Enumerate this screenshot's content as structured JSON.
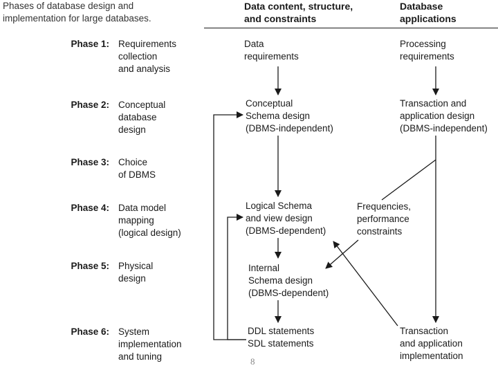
{
  "caption": "Phases of database design and\nimplementation for large databases.",
  "columns": {
    "data": "Data content, structure,\nand constraints",
    "apps": "Database\napplications"
  },
  "phases": [
    {
      "label": "Phase 1:",
      "name": "Requirements\ncollection\nand analysis"
    },
    {
      "label": "Phase 2:",
      "name": "Conceptual\ndatabase\ndesign"
    },
    {
      "label": "Phase 3:",
      "name": "Choice\nof DBMS"
    },
    {
      "label": "Phase 4:",
      "name": "Data model\nmapping\n(logical design)"
    },
    {
      "label": "Phase 5:",
      "name": "Physical\ndesign"
    },
    {
      "label": "Phase 6:",
      "name": "System\nimplementation\nand tuning"
    }
  ],
  "data_column": [
    "Data\nrequirements",
    "Conceptual\nSchema design\n(DBMS-independent)",
    "Logical Schema\nand view design\n(DBMS-dependent)",
    "Internal\nSchema design\n(DBMS-dependent)",
    "DDL statements\nSDL statements"
  ],
  "app_column": [
    "Processing\nrequirements",
    "Transaction and\napplication design\n(DBMS-independent)",
    "Transaction\nand application\nimplementation"
  ],
  "frequencies_note": "Frequencies,\nperformance\nconstraints",
  "page_number": "8"
}
